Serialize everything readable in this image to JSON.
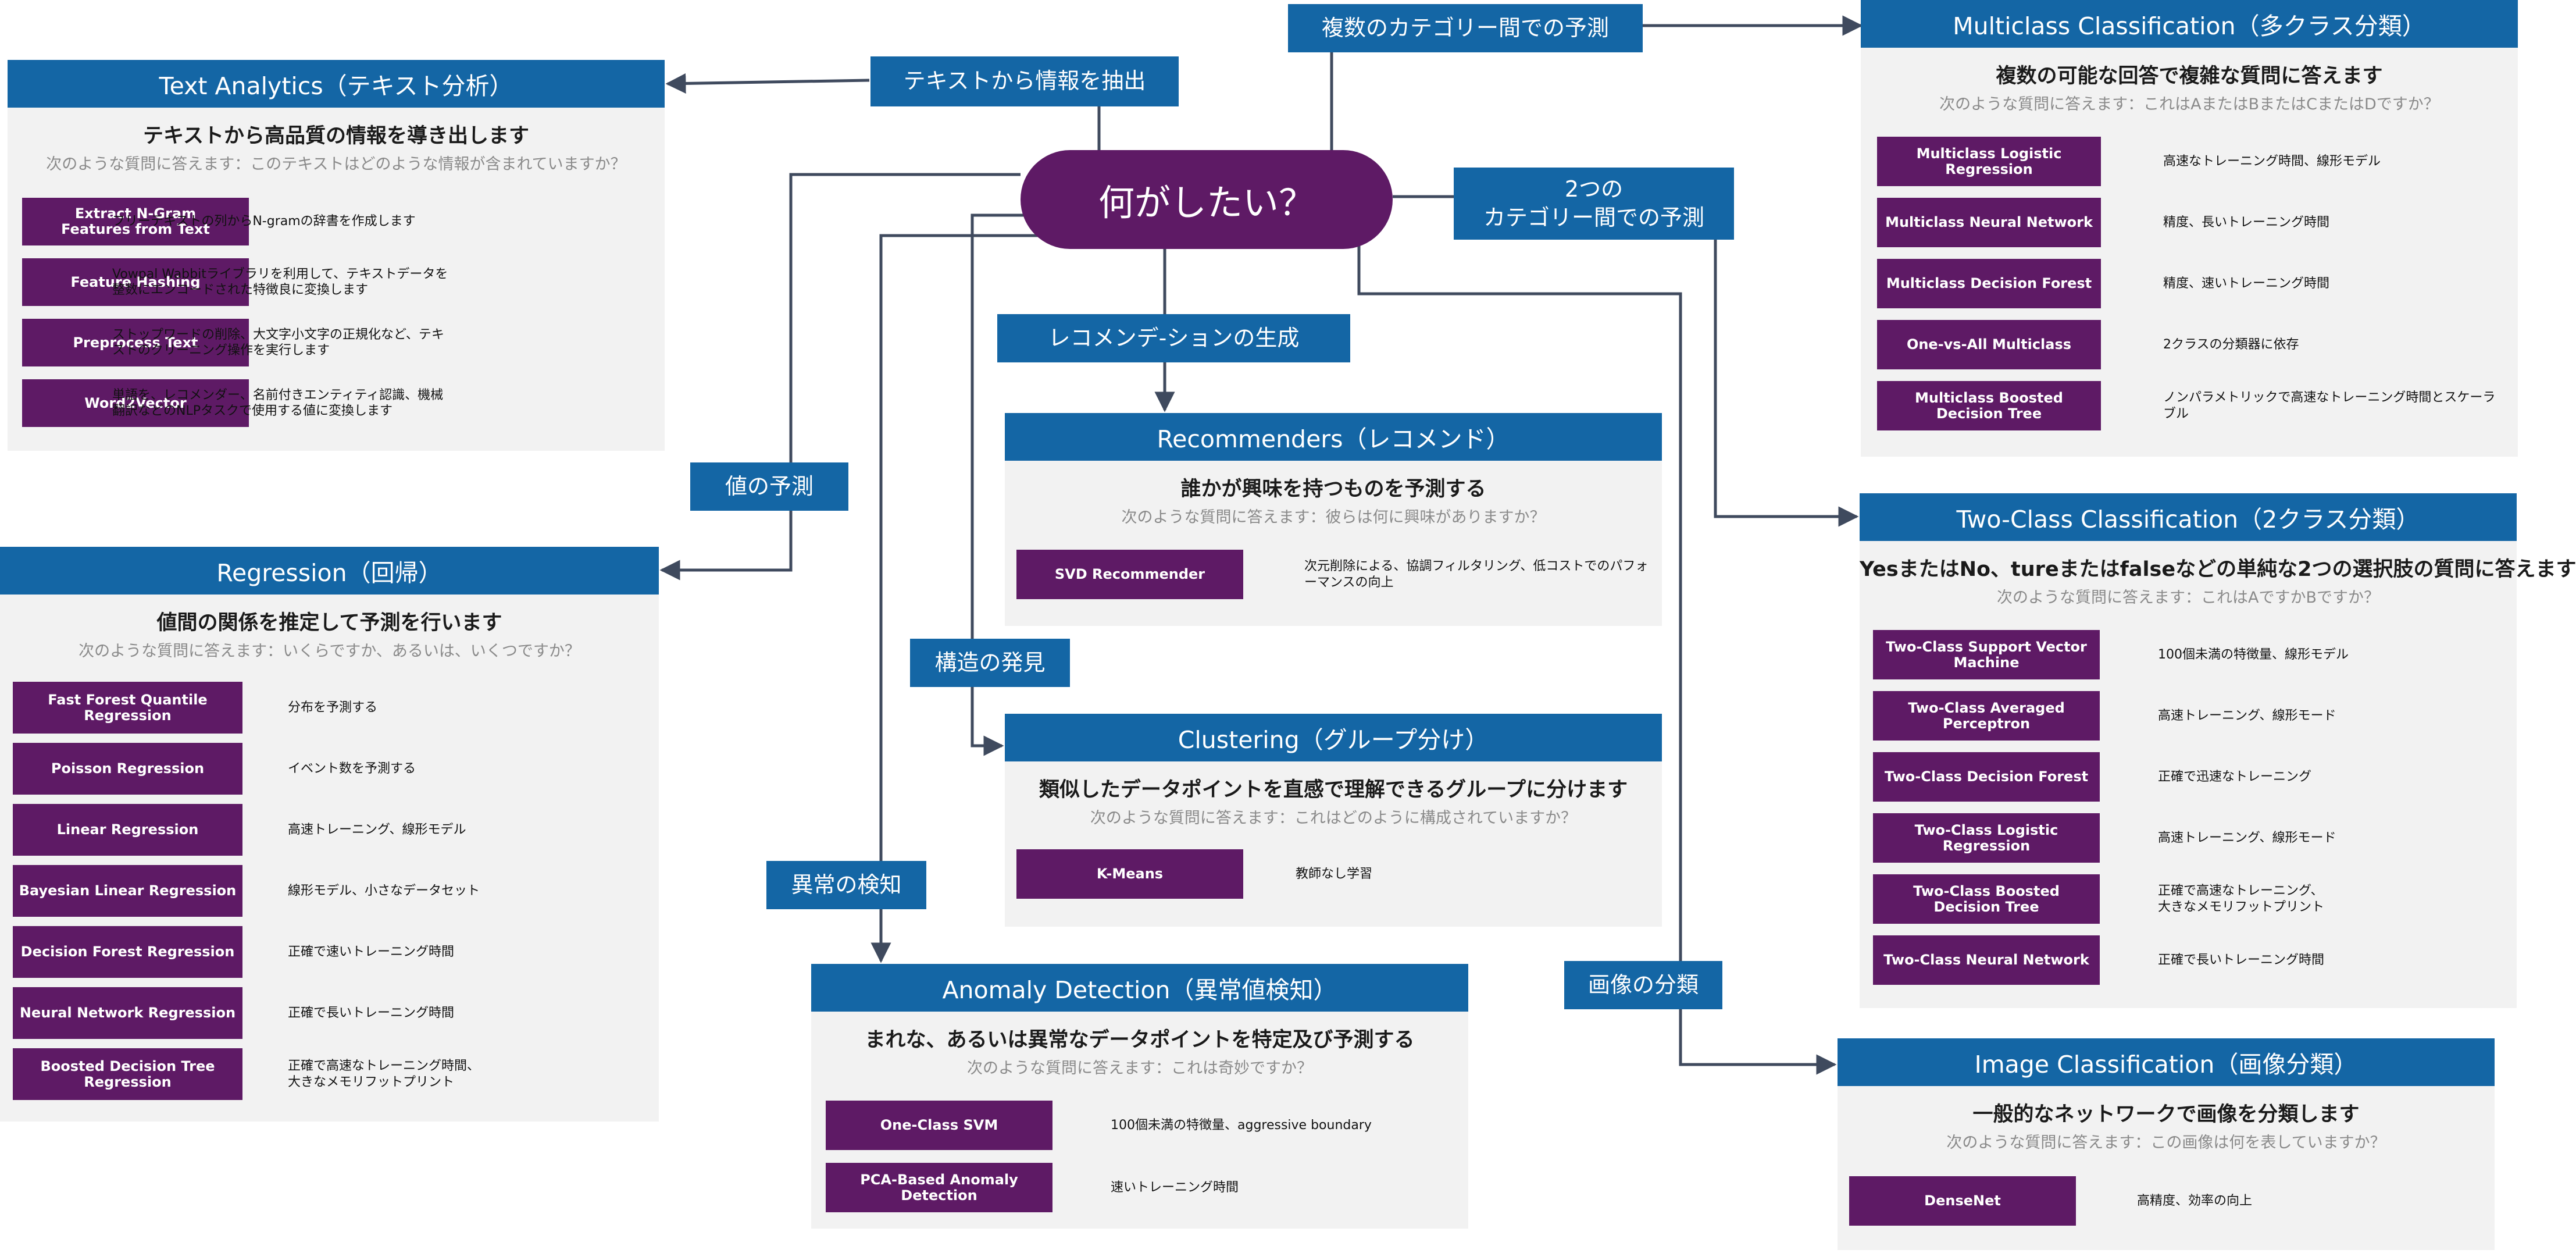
{
  "center": {
    "label": "何がしたい？"
  },
  "labels": {
    "extract_text": "テキストから情報を抽出",
    "multi_category": "複数のカテゴリー間での予測",
    "two_category": "2つの\nカテゴリー間での予測",
    "recommend": "レコメンデ-ションの生成",
    "predict_value": "値の予測",
    "discover_structure": "構造の発見",
    "detect_anomaly": "異常の検知",
    "classify_image": "画像の分類"
  },
  "panels": {
    "text_analytics": {
      "title": "Text Analytics（テキスト分析）",
      "subtitle": "テキストから高品質の情報を導き出します",
      "question": "次のような質問に答えます：このテキストはどのような情報が含まれていますか？",
      "items": [
        {
          "name": "Extract N-Gram\nFeatures from Text",
          "desc": "フリーテキストの列からN-gramの辞書を作成します"
        },
        {
          "name": "Feature Hashing",
          "desc": "Vowpal Wabbitライブラリを利用して、テキストデータを整数にエンコードされた特徴良に変換します"
        },
        {
          "name": "Preprocess Text",
          "desc": "ストップワードの削除、大文字小文字の正規化など、テキストのクリーニング操作を実行します"
        },
        {
          "name": "Word2Vector",
          "desc": "単語を、レコメンダー、名前付きエンティティ認識、機械翻訳などのNLPタスクで使用する値に変換します"
        }
      ]
    },
    "regression": {
      "title": "Regression（回帰）",
      "subtitle": "値間の関係を推定して予測を行います",
      "question": "次のような質問に答えます：いくらですか、あるいは、いくつですか？",
      "items": [
        {
          "name": "Fast Forest Quantile\nRegression",
          "desc": "分布を予測する"
        },
        {
          "name": "Poisson Regression",
          "desc": "イベント数を予測する"
        },
        {
          "name": "Linear Regression",
          "desc": "高速トレーニング、線形モデル"
        },
        {
          "name": "Bayesian Linear Regression",
          "desc": "線形モデル、小さなデータセット"
        },
        {
          "name": "Decision Forest Regression",
          "desc": "正確で速いトレーニング時間"
        },
        {
          "name": "Neural Network Regression",
          "desc": "正確で長いトレーニング時間"
        },
        {
          "name": "Boosted Decision Tree\nRegression",
          "desc": "正確で高速なトレーニング時間、\n大きなメモリフットプリント"
        }
      ]
    },
    "recommenders": {
      "title": "Recommenders（レコメンド）",
      "subtitle": "誰かが興味を持つものを予測する",
      "question": "次のような質問に答えます：彼らは何に興味がありますか？",
      "items": [
        {
          "name": "SVD Recommender",
          "desc": "次元削除による、協調フィルタリング、低コストでのパフォーマンスの向上"
        }
      ]
    },
    "clustering": {
      "title": "Clustering（グループ分け）",
      "subtitle": "類似したデータポイントを直感で理解できるグループに分けます",
      "question": "次のような質問に答えます：これはどのように構成されていますか？",
      "items": [
        {
          "name": "K-Means",
          "desc": "教師なし学習"
        }
      ]
    },
    "anomaly": {
      "title": "Anomaly Detection（異常値検知）",
      "subtitle": "まれな、あるいは異常なデータポイントを特定及び予測する",
      "question": "次のような質問に答えます：これは奇妙ですか？",
      "items": [
        {
          "name": "One-Class SVM",
          "desc": "100個未満の特徴量、aggressive boundary"
        },
        {
          "name": "PCA-Based Anomaly\nDetection",
          "desc": "速いトレーニング時間"
        }
      ]
    },
    "multiclass": {
      "title": "Multiclass Classification（多クラス分類）",
      "subtitle": "複数の可能な回答で複雑な質問に答えます",
      "question": "次のような質問に答えます：これはAまたはBまたはCまたはDですか？",
      "items": [
        {
          "name": "Multiclass Logistic\nRegression",
          "desc": "高速なトレーニング時間、線形モデル"
        },
        {
          "name": "Multiclass Neural Network",
          "desc": "精度、長いトレーニング時間"
        },
        {
          "name": "Multiclass Decision Forest",
          "desc": "精度、速いトレーニング時間"
        },
        {
          "name": "One-vs-All Multiclass",
          "desc": "2クラスの分類器に依存"
        },
        {
          "name": "Multiclass Boosted\nDecision Tree",
          "desc": "ノンパラメトリックで高速なトレーニング時間とスケーラブル"
        }
      ]
    },
    "twoclass": {
      "title": "Two-Class Classification（2クラス分類）",
      "subtitle": "YesまたはNo、tureまたはfalseなどの単純な2つの選択肢の質問に答えます",
      "question": "次のような質問に答えます：これはAですかBですか？",
      "items": [
        {
          "name": "Two-Class Support Vector\nMachine",
          "desc": "100個未満の特徴量、線形モデル"
        },
        {
          "name": "Two-Class Averaged\nPerceptron",
          "desc": "高速トレーニング、線形モード"
        },
        {
          "name": "Two-Class Decision Forest",
          "desc": "正確で迅速なトレーニング"
        },
        {
          "name": "Two-Class Logistic\nRegression",
          "desc": "高速トレーニング、線形モード"
        },
        {
          "name": "Two-Class Boosted\nDecision Tree",
          "desc": "正確で高速なトレーニング、\n大きなメモリフットプリント"
        },
        {
          "name": "Two-Class Neural Network",
          "desc": "正確で長いトレーニング時間"
        }
      ]
    },
    "image": {
      "title": "Image Classification（画像分類）",
      "subtitle": "一般的なネットワークで画像を分類します",
      "question": "次のような質問に答えます：この画像は何を表していますか？",
      "items": [
        {
          "name": "DenseNet",
          "desc": "高精度、効率の向上"
        }
      ]
    }
  },
  "colors": {
    "header_blue": "#1466a5",
    "algorithm_purple": "#5e1a65",
    "panel_gray": "#f2f2f2",
    "connector": "#3f4a5e",
    "question_gray": "#8a8a8a"
  }
}
